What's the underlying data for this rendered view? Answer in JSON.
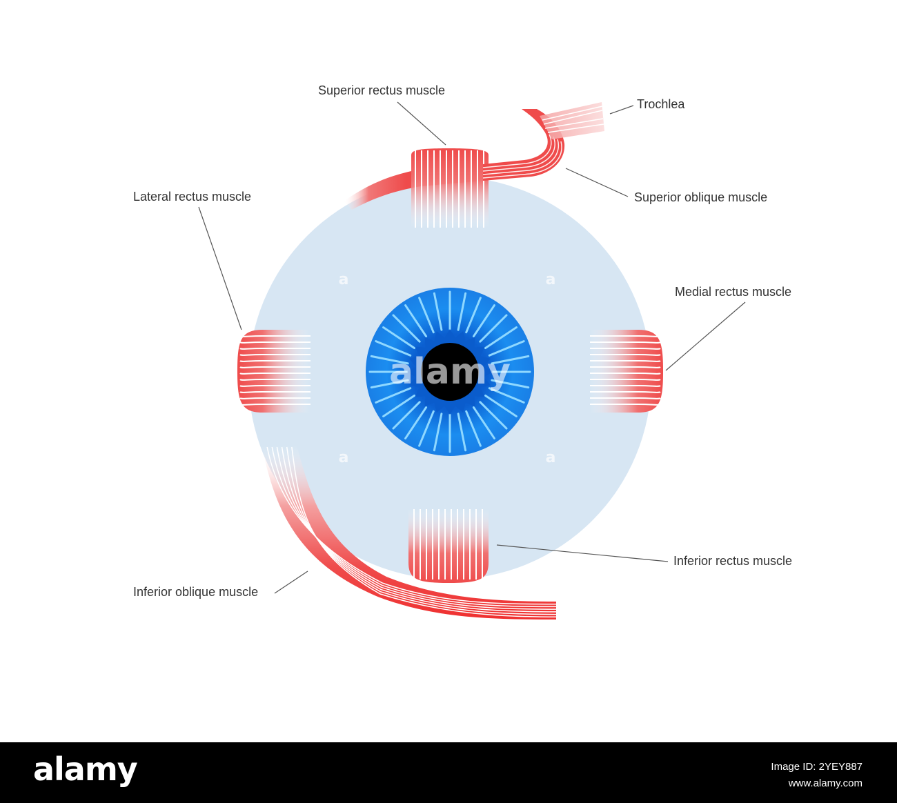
{
  "labels": {
    "superior_rectus": "Superior rectus muscle",
    "trochlea": "Trochlea",
    "superior_oblique": "Superior  oblique muscle",
    "lateral_rectus": "Lateral rectus muscle",
    "medial_rectus": "Medial rectus muscle",
    "inferior_rectus": "Inferior rectus muscle",
    "inferior_oblique": "Inferior oblique muscle"
  },
  "watermark": "alamy",
  "footer": {
    "logo": "alamy",
    "image_id": "Image ID: 2YEY887",
    "url": "www.alamy.com"
  },
  "colors": {
    "sclera": "#d7e6f3",
    "iris": "#1e90f0",
    "iris_dark": "#0a5fc0",
    "pupil": "#000000",
    "muscle": "#ef4b4b",
    "muscle_line": "#ffffff",
    "footer_bg": "#000000"
  }
}
